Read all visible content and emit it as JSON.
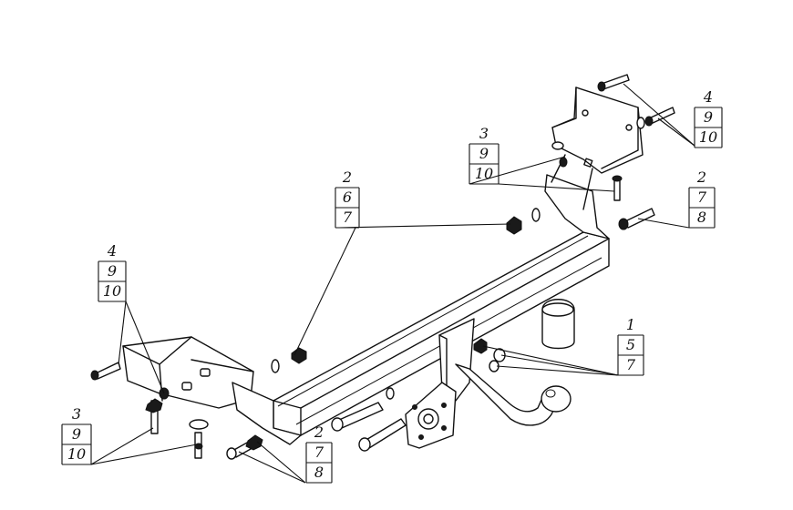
{
  "callouts": [
    {
      "id": "top-right-bolts",
      "numbers": [
        "4",
        "9",
        "10"
      ]
    },
    {
      "id": "upper-left-of-right-bracket",
      "numbers": [
        "3",
        "9",
        "10"
      ]
    },
    {
      "id": "right-side-bolt",
      "numbers": [
        "2",
        "7",
        "8"
      ]
    },
    {
      "id": "center-nut",
      "numbers": [
        "2",
        "6",
        "7"
      ]
    },
    {
      "id": "left-bracket-top",
      "numbers": [
        "4",
        "9",
        "10"
      ]
    },
    {
      "id": "left-bracket-bottom",
      "numbers": [
        "3",
        "9",
        "10"
      ]
    },
    {
      "id": "bottom-bolt",
      "numbers": [
        "2",
        "7",
        "8"
      ]
    },
    {
      "id": "ball-mount",
      "numbers": [
        "1",
        "5",
        "7"
      ]
    }
  ]
}
